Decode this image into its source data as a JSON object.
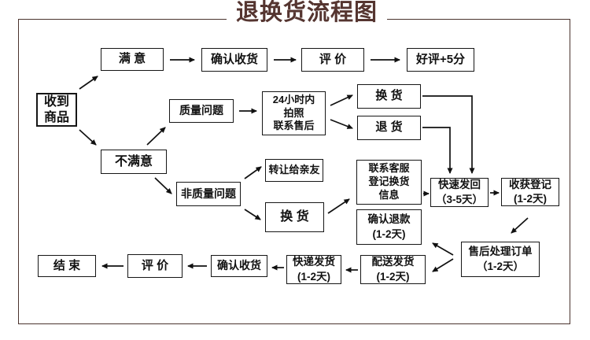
{
  "title": "退换货流程图",
  "colors": {
    "title_text": "#553530",
    "frame_border": "#4a332e",
    "box_border": "#161616",
    "box_text": "#111111",
    "background": "#ffffff"
  },
  "nodes": {
    "receive_goods": "收到\n商品",
    "satisfied": "满 意",
    "confirm_receipt_top": "确认收货",
    "evaluate_top": "评 价",
    "good_review": "好评+5分",
    "quality_issue": "质量问题",
    "within_24h_photo": "24小时内\n拍照\n联系售后",
    "exchange_right": "换 货",
    "return_goods": "退 货",
    "unsatisfied": "不满意",
    "non_quality_issue": "非质量问题",
    "transfer_to_friends": "转让给亲友",
    "exchange_mid": "换 货",
    "contact_service": "联系客服\n登记换货\n信息",
    "confirm_refund": "确认退款\n(1-2天)",
    "fast_send_back": "快速发回\n（3-5天）",
    "receipt_register": "收获登记\n(1-2天)",
    "aftersales_process": "售后处理订单\n（1-2天）",
    "dispatch_delivery": "配送发货\n(1-2天)",
    "express_delivery": "快递发货\n(1-2天)",
    "confirm_receipt_bottom": "确认收货",
    "evaluate_bottom": "评 价",
    "end": "结 束"
  }
}
